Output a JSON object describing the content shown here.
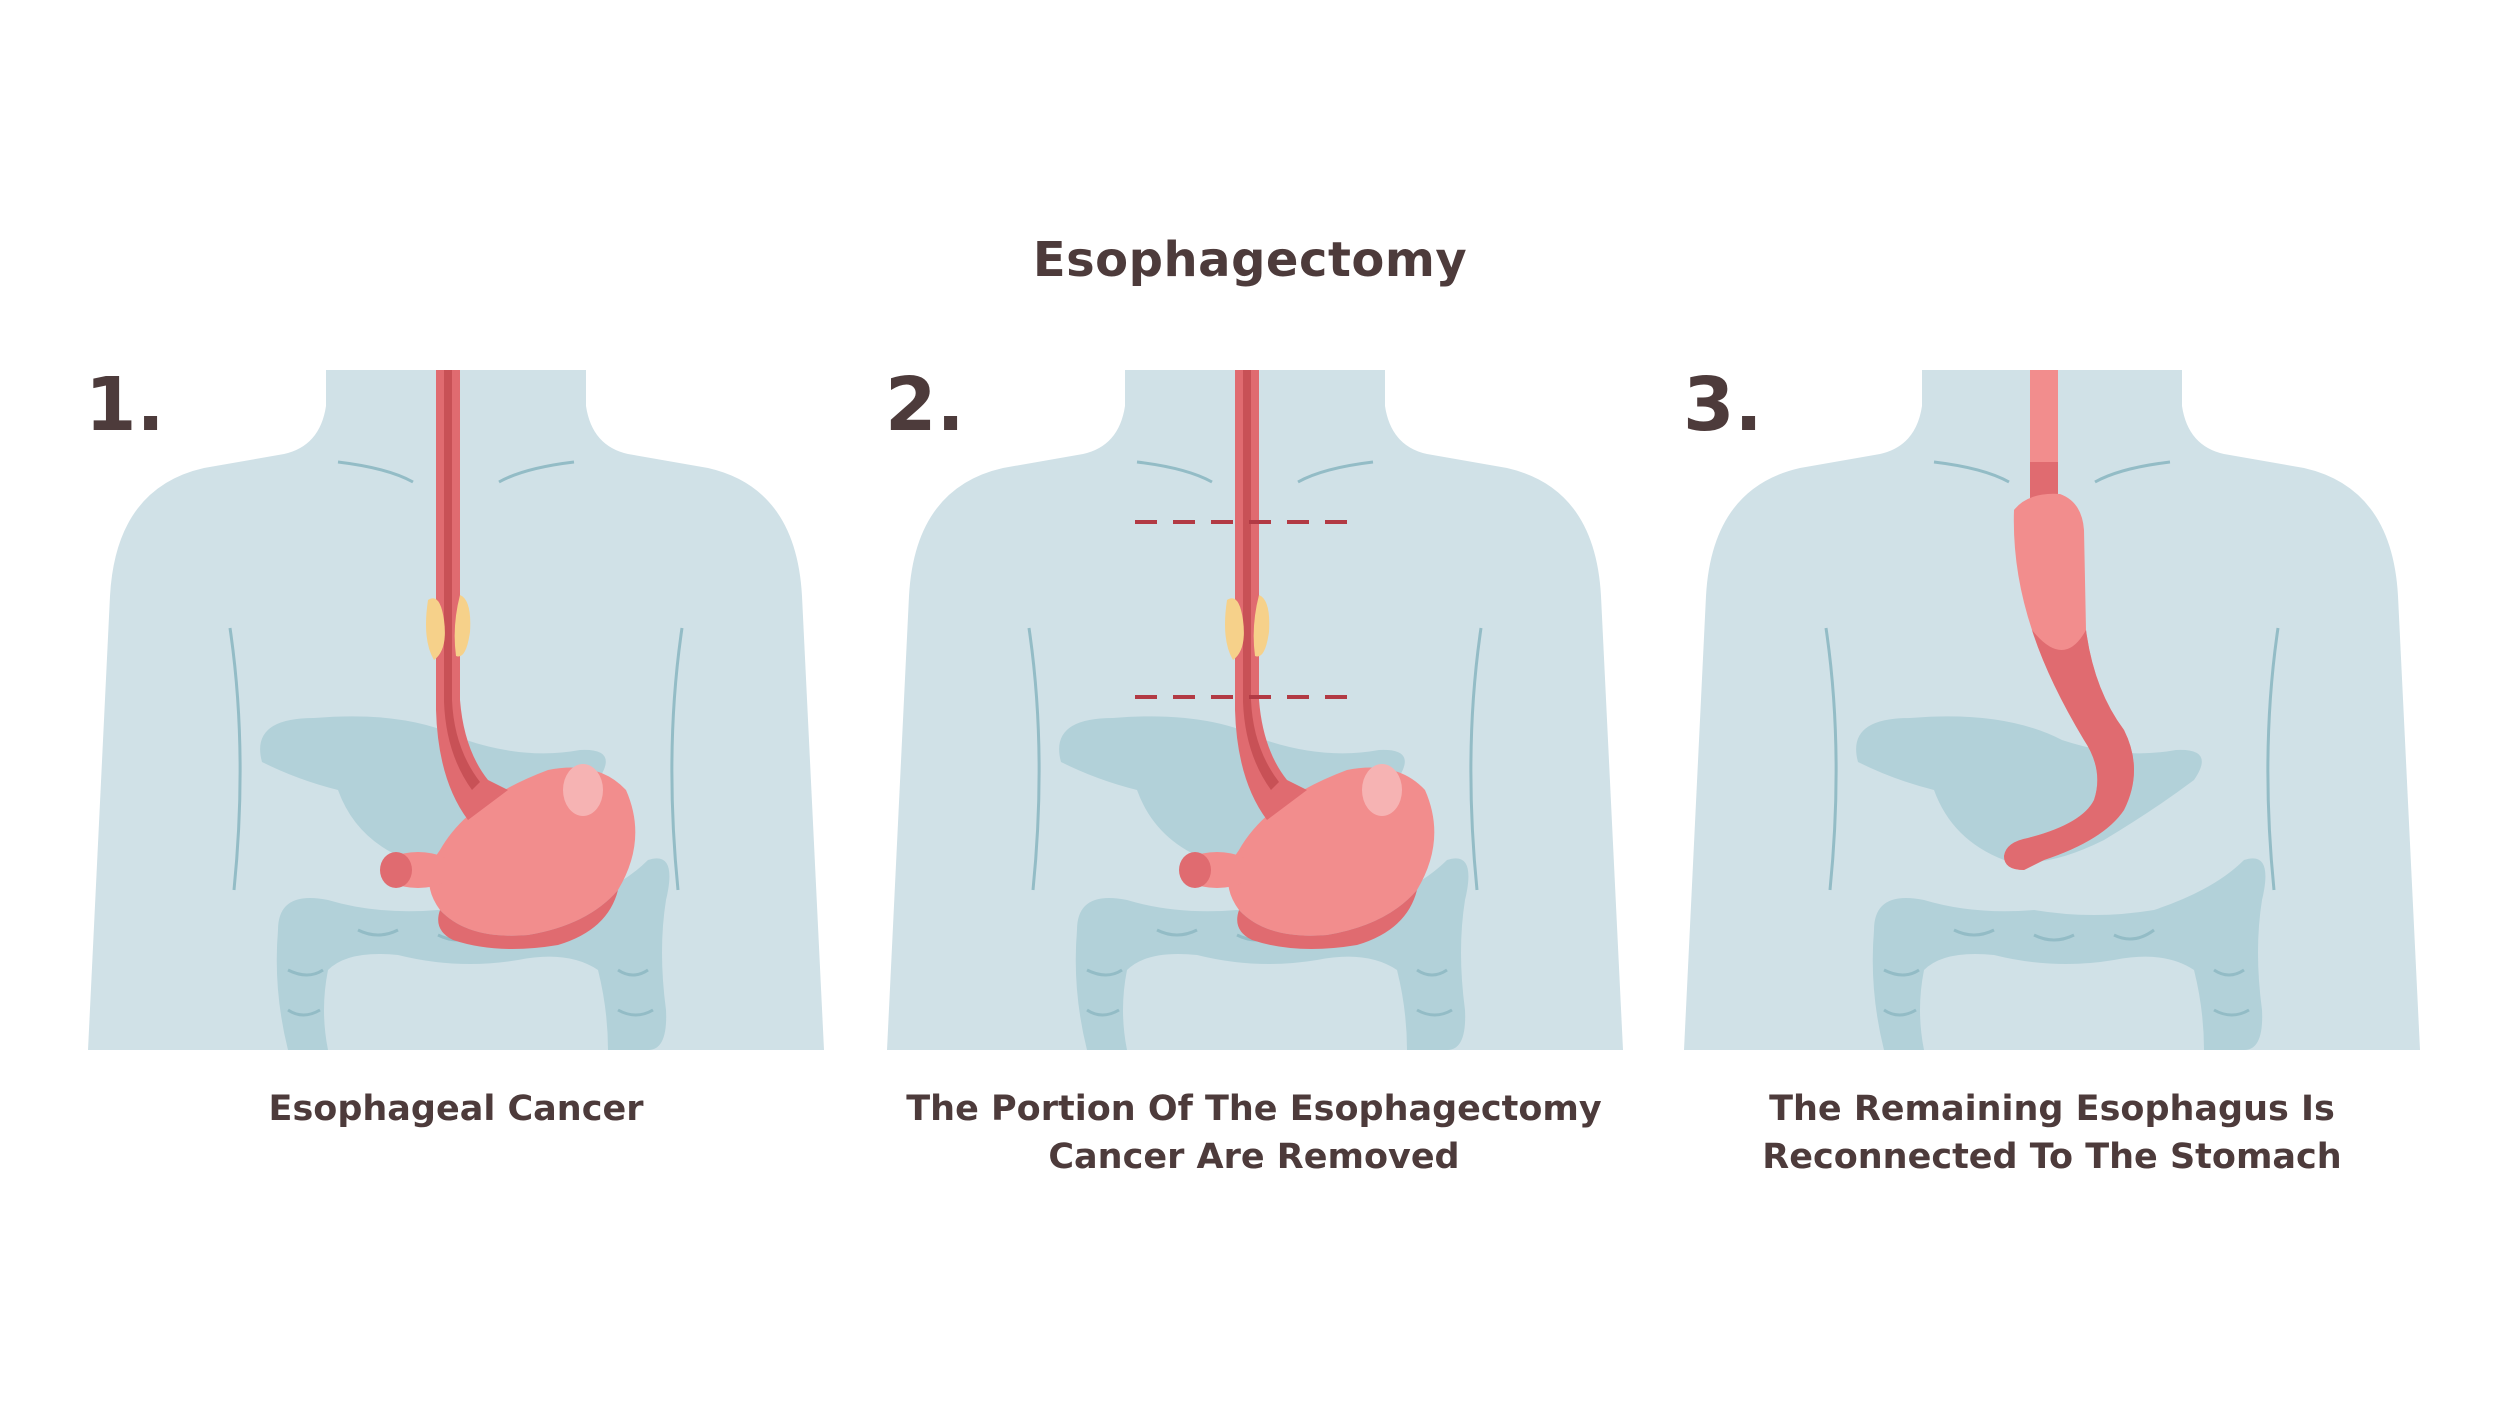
{
  "title": "Esophagectomy",
  "steps": [
    {
      "number": "1.",
      "caption_lines": [
        "Esophageal Cancer"
      ]
    },
    {
      "number": "2.",
      "caption_lines": [
        "The Portion Of The Esophagectomy",
        "Cancer Are Removed"
      ]
    },
    {
      "number": "3.",
      "caption_lines": [
        "The Remaining Esophagus Is",
        "Reconnected To The Stomach"
      ]
    }
  ],
  "colors": {
    "body": "#d0e1e7",
    "organ": "#b2d1d9",
    "outline": "#93bcc6",
    "esophagus": "#f28d8d",
    "esophagus_dark": "#e06b70",
    "lumen": "#c85156",
    "tumor": "#f6d18a",
    "cut_line": "#b23a44",
    "text": "#4d3b3b"
  }
}
